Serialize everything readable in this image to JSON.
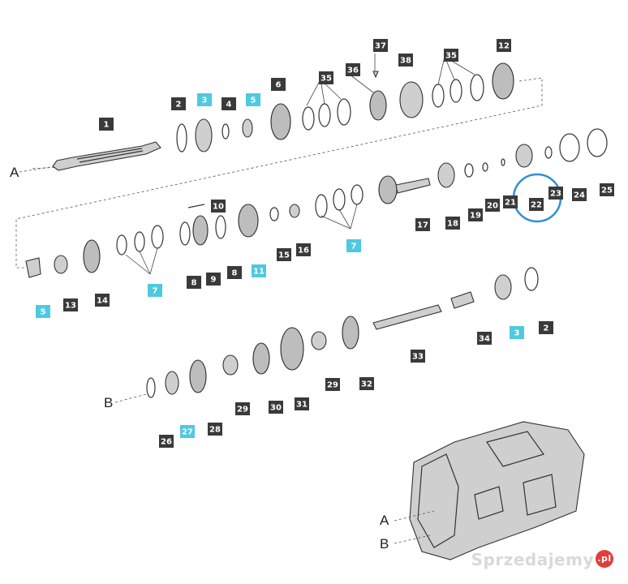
{
  "labels": [
    "1",
    "2",
    "3",
    "4",
    "5",
    "6",
    "35",
    "36",
    "37",
    "38",
    "35",
    "12",
    "17",
    "18",
    "19",
    "20",
    "21",
    "22",
    "23",
    "24",
    "25",
    "10",
    "11",
    "15",
    "16",
    "7",
    "8",
    "9",
    "8",
    "7",
    "14",
    "13",
    "5",
    "34",
    "3",
    "2",
    "33",
    "32",
    "29",
    "31",
    "30",
    "29",
    "28",
    "27",
    "26"
  ],
  "highlighted": [
    "3",
    "5",
    "11",
    "7",
    "27"
  ],
  "letters": [
    "A",
    "B",
    "A",
    "B"
  ],
  "watermark": {
    "text": "Sprzedajemy",
    "suffix": ".pl"
  },
  "colors": {
    "label_box": "#3a3a3a",
    "highlight_box": "#4ec9df",
    "circle": "#2f8fd8"
  }
}
